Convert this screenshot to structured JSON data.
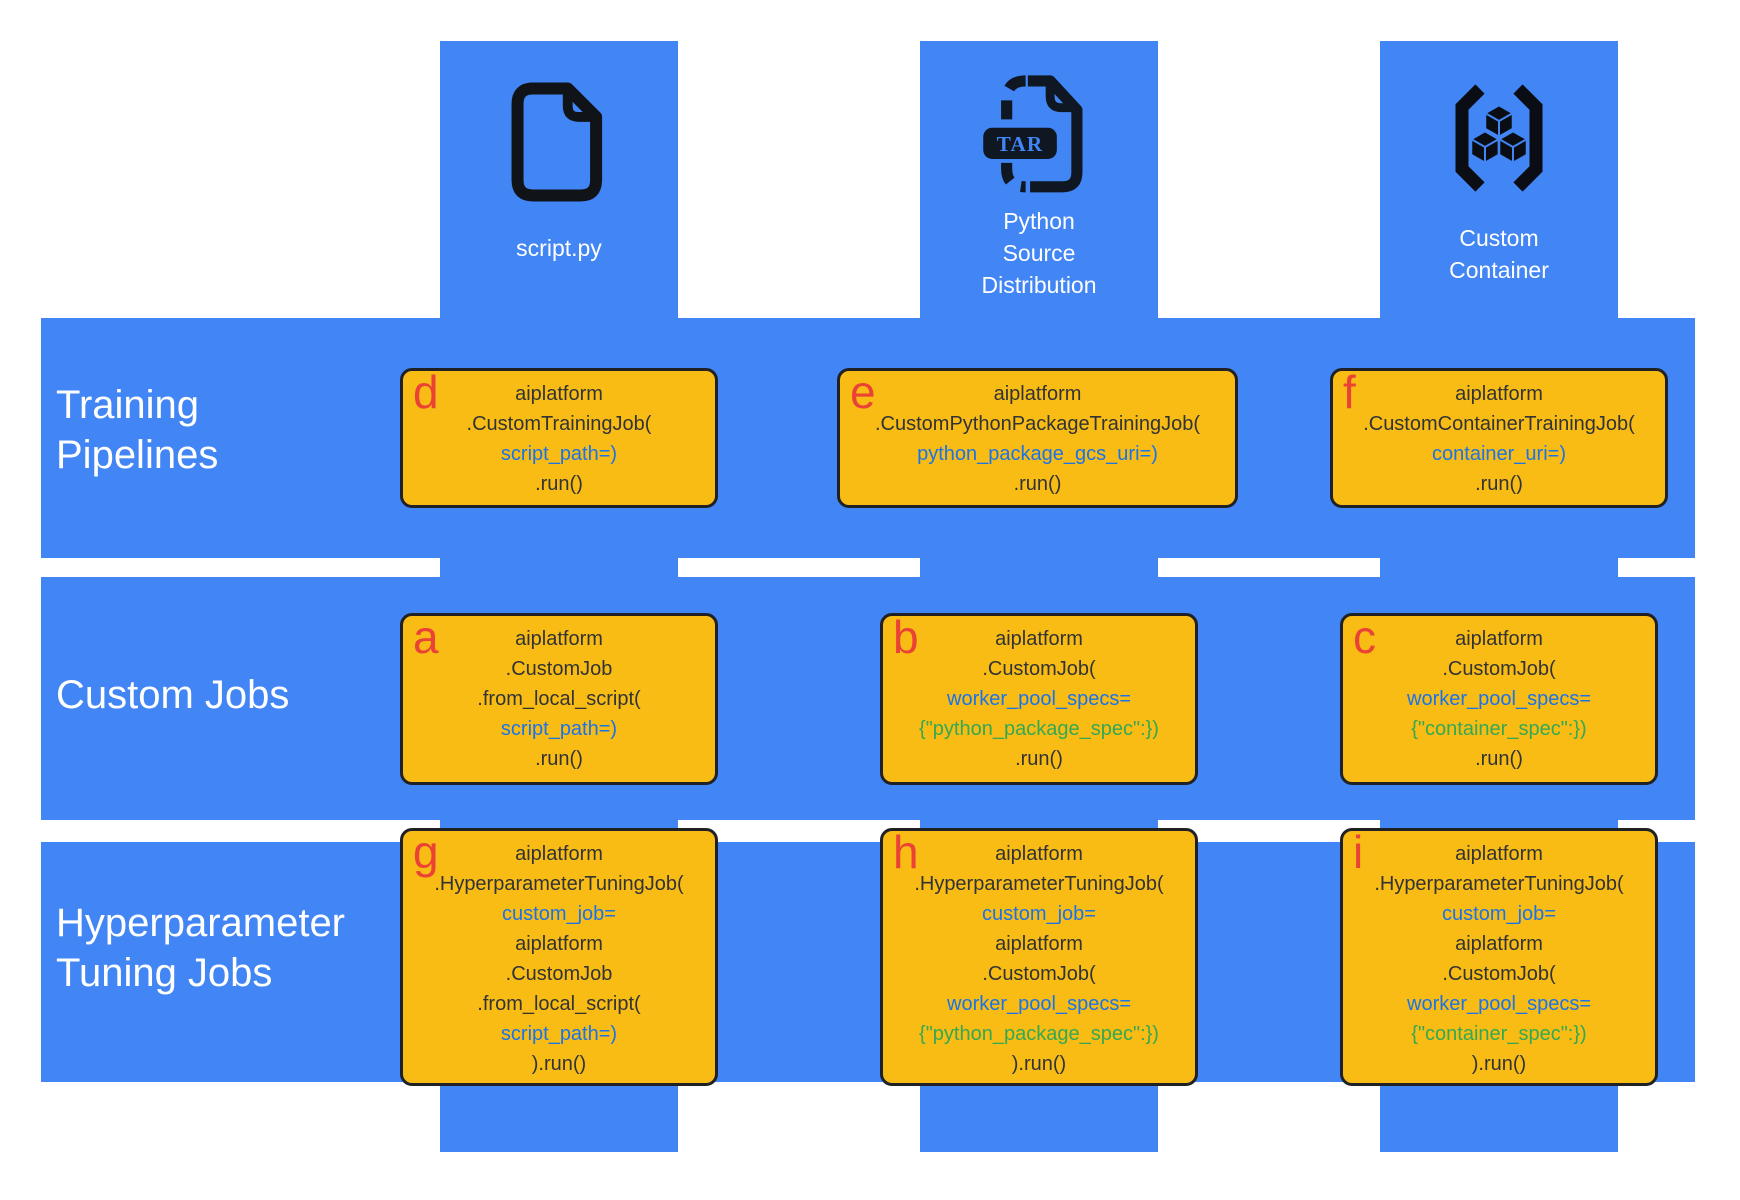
{
  "colors": {
    "band_blue": "#4285F4",
    "box_yellow": "#F9BC15",
    "box_border": "#202124",
    "letter_red": "#EA4335",
    "code_dark": "#313335",
    "code_blue": "#1A73E8",
    "code_green": "#34A853",
    "text_white": "#FFFFFF"
  },
  "columns": [
    {
      "id": "script-py",
      "icon": "file-icon",
      "label_lines": [
        "script.py"
      ]
    },
    {
      "id": "python-source-distribution",
      "icon": "tar-archive-icon",
      "badge": "TAR",
      "label_lines": [
        "Python",
        "Source",
        "Distribution"
      ]
    },
    {
      "id": "custom-container",
      "icon": "container-icon",
      "label_lines": [
        "Custom",
        "Container"
      ]
    }
  ],
  "rows": [
    {
      "id": "training-pipelines",
      "label_lines": [
        "Training",
        "Pipelines"
      ]
    },
    {
      "id": "custom-jobs",
      "label_lines": [
        "Custom Jobs"
      ]
    },
    {
      "id": "hyperparameter-tuning-jobs",
      "label_lines": [
        "Hyperparameter",
        "Tuning Jobs"
      ]
    }
  ],
  "cells": [
    {
      "letter": "d",
      "row": "training-pipelines",
      "column": "script-py",
      "lines": [
        {
          "text": "aiplatform",
          "color": "dark"
        },
        {
          "text": ".CustomTrainingJob(",
          "color": "dark"
        },
        {
          "text": "script_path=)",
          "color": "blue"
        },
        {
          "text": ".run()",
          "color": "dark"
        }
      ]
    },
    {
      "letter": "e",
      "row": "training-pipelines",
      "column": "python-source-distribution",
      "lines": [
        {
          "text": "aiplatform",
          "color": "dark"
        },
        {
          "text": ".CustomPythonPackageTrainingJob(",
          "color": "dark"
        },
        {
          "text": "python_package_gcs_uri=)",
          "color": "blue"
        },
        {
          "text": ".run()",
          "color": "dark"
        }
      ]
    },
    {
      "letter": "f",
      "row": "training-pipelines",
      "column": "custom-container",
      "lines": [
        {
          "text": "aiplatform",
          "color": "dark"
        },
        {
          "text": ".CustomContainerTrainingJob(",
          "color": "dark"
        },
        {
          "text": "container_uri=)",
          "color": "blue"
        },
        {
          "text": ".run()",
          "color": "dark"
        }
      ]
    },
    {
      "letter": "a",
      "row": "custom-jobs",
      "column": "script-py",
      "lines": [
        {
          "text": "aiplatform",
          "color": "dark"
        },
        {
          "text": ".CustomJob",
          "color": "dark"
        },
        {
          "text": ".from_local_script(",
          "color": "dark"
        },
        {
          "text": "script_path=)",
          "color": "blue"
        },
        {
          "text": ".run()",
          "color": "dark"
        }
      ]
    },
    {
      "letter": "b",
      "row": "custom-jobs",
      "column": "python-source-distribution",
      "lines": [
        {
          "text": "aiplatform",
          "color": "dark"
        },
        {
          "text": ".CustomJob(",
          "color": "dark"
        },
        {
          "text": "worker_pool_specs=",
          "color": "blue"
        },
        {
          "text": "{\"python_package_spec\":})",
          "color": "green"
        },
        {
          "text": ".run()",
          "color": "dark"
        }
      ]
    },
    {
      "letter": "c",
      "row": "custom-jobs",
      "column": "custom-container",
      "lines": [
        {
          "text": "aiplatform",
          "color": "dark"
        },
        {
          "text": ".CustomJob(",
          "color": "dark"
        },
        {
          "text": "worker_pool_specs=",
          "color": "blue"
        },
        {
          "text": "{\"container_spec\":})",
          "color": "green"
        },
        {
          "text": ".run()",
          "color": "dark"
        }
      ]
    },
    {
      "letter": "g",
      "row": "hyperparameter-tuning-jobs",
      "column": "script-py",
      "lines": [
        {
          "text": "aiplatform",
          "color": "dark"
        },
        {
          "text": ".HyperparameterTuningJob(",
          "color": "dark"
        },
        {
          "text": "custom_job=",
          "color": "blue"
        },
        {
          "text": "aiplatform",
          "color": "dark"
        },
        {
          "text": ".CustomJob",
          "color": "dark"
        },
        {
          "text": ".from_local_script(",
          "color": "dark"
        },
        {
          "text": "script_path=)",
          "color": "blue"
        },
        {
          "text": ").run()",
          "color": "dark"
        }
      ]
    },
    {
      "letter": "h",
      "row": "hyperparameter-tuning-jobs",
      "column": "python-source-distribution",
      "lines": [
        {
          "text": "aiplatform",
          "color": "dark"
        },
        {
          "text": ".HyperparameterTuningJob(",
          "color": "dark"
        },
        {
          "text": "custom_job=",
          "color": "blue"
        },
        {
          "text": "aiplatform",
          "color": "dark"
        },
        {
          "text": ".CustomJob(",
          "color": "dark"
        },
        {
          "text": "worker_pool_specs=",
          "color": "blue"
        },
        {
          "text": "{\"python_package_spec\":})",
          "color": "green"
        },
        {
          "text": ").run()",
          "color": "dark"
        }
      ]
    },
    {
      "letter": "i",
      "row": "hyperparameter-tuning-jobs",
      "column": "custom-container",
      "lines": [
        {
          "text": "aiplatform",
          "color": "dark"
        },
        {
          "text": ".HyperparameterTuningJob(",
          "color": "dark"
        },
        {
          "text": "custom_job=",
          "color": "blue"
        },
        {
          "text": "aiplatform",
          "color": "dark"
        },
        {
          "text": ".CustomJob(",
          "color": "dark"
        },
        {
          "text": "worker_pool_specs=",
          "color": "blue"
        },
        {
          "text": "{\"container_spec\":})",
          "color": "green"
        },
        {
          "text": ").run()",
          "color": "dark"
        }
      ]
    }
  ]
}
